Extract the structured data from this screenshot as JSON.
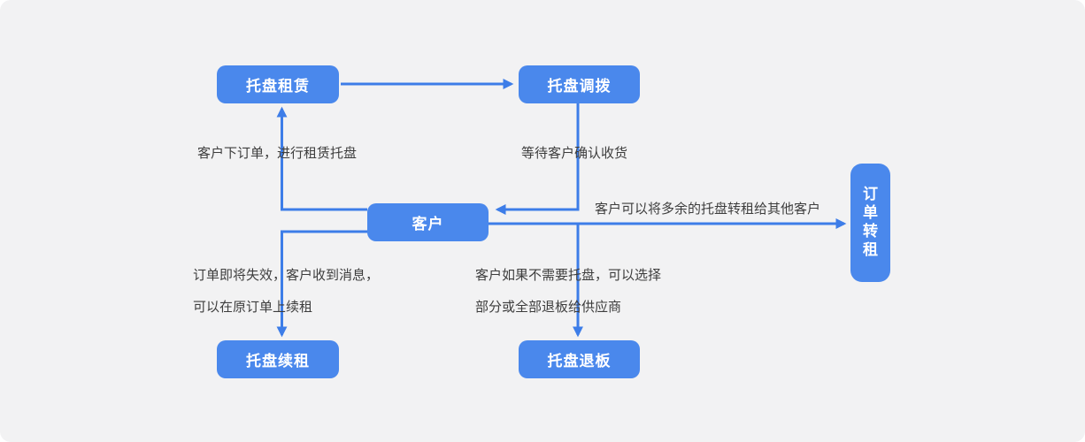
{
  "colors": {
    "canvas-bg": "#f2f2f3",
    "node-blue": "#4a88ec",
    "line-blue": "#3d7de8",
    "label-color": "#3d3d3d"
  },
  "nodes": {
    "pallet_rental": {
      "label": "托盘租赁"
    },
    "pallet_transfer": {
      "label": "托盘调拨"
    },
    "customer": {
      "label": "客户"
    },
    "order_sublet": {
      "label": "订单转租"
    },
    "pallet_renew": {
      "label": "托盘续租"
    },
    "pallet_return": {
      "label": "托盘退板"
    }
  },
  "labels": {
    "place_order": "客户下订单，进行租赁托盘",
    "wait_confirm": "等待客户确认收货",
    "sublet": "客户可以将多余的托盘转租给其他客户",
    "renew_line1": "订单即将失效，客户收到消息，",
    "renew_line2": "可以在原订单上续租",
    "return_line1": "客户如果不需要托盘，可以选择",
    "return_line2": "部分或全部退板给供应商"
  },
  "edges": [
    {
      "from": "托盘租赁",
      "to": "托盘调拨",
      "label": ""
    },
    {
      "from": "客户",
      "to": "托盘租赁",
      "label": "客户下订单，进行租赁托盘"
    },
    {
      "from": "托盘调拨",
      "to": "客户",
      "label": "等待客户确认收货"
    },
    {
      "from": "客户",
      "to": "订单转租",
      "label": "客户可以将多余的托盘转租给其他客户"
    },
    {
      "from": "客户",
      "to": "托盘续租",
      "label": "订单即将失效，客户收到消息，可以在原订单上续租"
    },
    {
      "from": "客户",
      "to": "托盘退板",
      "label": "客户如果不需要托盘，可以选择部分或全部退板给供应商"
    }
  ]
}
